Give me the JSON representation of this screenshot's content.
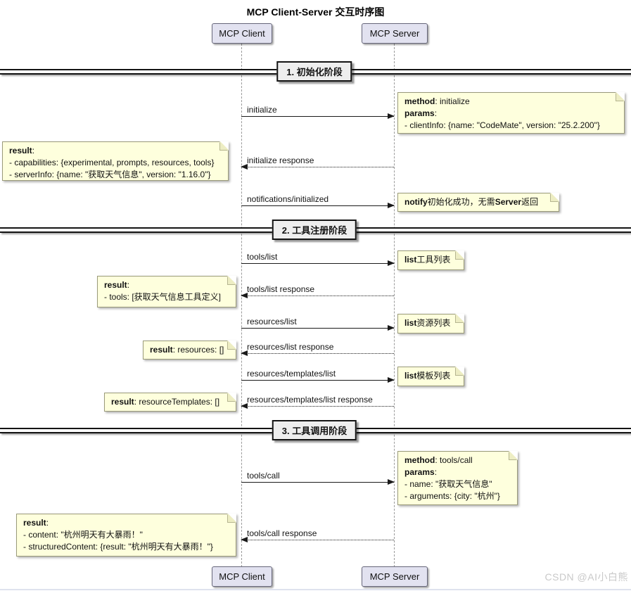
{
  "title": "MCP Client-Server 交互时序图",
  "participants": {
    "client": "MCP Client",
    "server": "MCP Server"
  },
  "phases": [
    {
      "label": "1. 初始化阶段"
    },
    {
      "label": "2. 工具注册阶段"
    },
    {
      "label": "3. 工具调用阶段"
    }
  ],
  "messages": [
    {
      "label": "initialize",
      "direction": "client-to-server",
      "style": "solid"
    },
    {
      "label": "initialize response",
      "direction": "server-to-client",
      "style": "dotted"
    },
    {
      "label": "notifications/initialized",
      "direction": "client-to-server",
      "style": "solid"
    },
    {
      "label": "tools/list",
      "direction": "client-to-server",
      "style": "solid"
    },
    {
      "label": "tools/list response",
      "direction": "server-to-client",
      "style": "dotted"
    },
    {
      "label": "resources/list",
      "direction": "client-to-server",
      "style": "solid"
    },
    {
      "label": "resources/list response",
      "direction": "server-to-client",
      "style": "dotted"
    },
    {
      "label": "resources/templates/list",
      "direction": "client-to-server",
      "style": "solid"
    },
    {
      "label": "resources/templates/list response",
      "direction": "server-to-client",
      "style": "dotted"
    },
    {
      "label": "tools/call",
      "direction": "client-to-server",
      "style": "solid"
    },
    {
      "label": "tools/call response",
      "direction": "server-to-client",
      "style": "dotted"
    }
  ],
  "notes": {
    "init_request": {
      "lines": [
        {
          "k": "method",
          "t": ": initialize"
        },
        {
          "k": "params",
          "t": ":"
        },
        {
          "k": "",
          "t": "- clientInfo: {name: \"CodeMate\", version: \"25.2.200\"}"
        }
      ]
    },
    "init_response": {
      "lines": [
        {
          "k": "result",
          "t": ":"
        },
        {
          "k": "",
          "t": "- capabilities: {experimental, prompts, resources, tools}"
        },
        {
          "k": "",
          "t": "- serverInfo: {name: \"获取天气信息\", version: \"1.16.0\"}"
        }
      ]
    },
    "notify": {
      "b1": "notify",
      "t1": "初始化成功，无需",
      "b2": "Server",
      "t2": "返回"
    },
    "tools_list": {
      "b": "list",
      "t": "工具列表"
    },
    "tools_result": {
      "lines": [
        {
          "k": "result",
          "t": ":"
        },
        {
          "k": "",
          "t": "- tools: [获取天气信息工具定义]"
        }
      ]
    },
    "resources_list": {
      "b": "list",
      "t": "资源列表"
    },
    "resources_result": {
      "b": "result",
      "t": ": resources: []"
    },
    "templates_list": {
      "b": "list",
      "t": "模板列表"
    },
    "templates_result": {
      "b": "result",
      "t": ": resourceTemplates: []"
    },
    "call_request": {
      "lines": [
        {
          "k": "method",
          "t": ": tools/call"
        },
        {
          "k": "params",
          "t": ":"
        },
        {
          "k": "",
          "t": "- name: \"获取天气信息\""
        },
        {
          "k": "",
          "t": "- arguments: {city: \"杭州\"}"
        }
      ]
    },
    "call_result": {
      "lines": [
        {
          "k": "result",
          "t": ":"
        },
        {
          "k": "",
          "t": "- content: \"杭州明天有大暴雨！\""
        },
        {
          "k": "",
          "t": "- structuredContent: {result: \"杭州明天有大暴雨！\"}"
        }
      ]
    }
  },
  "watermark": "CSDN @AI小白熊",
  "colors": {
    "note_bg": "#FEFFDD",
    "note_border": "#9A9A7A",
    "participant_bg": "#E2E2F0",
    "divider_bg": "#EEEEEE",
    "arrow": "#1A1A1A",
    "lifeline": "#9A9A9A",
    "watermark": "#C9C9C9"
  }
}
